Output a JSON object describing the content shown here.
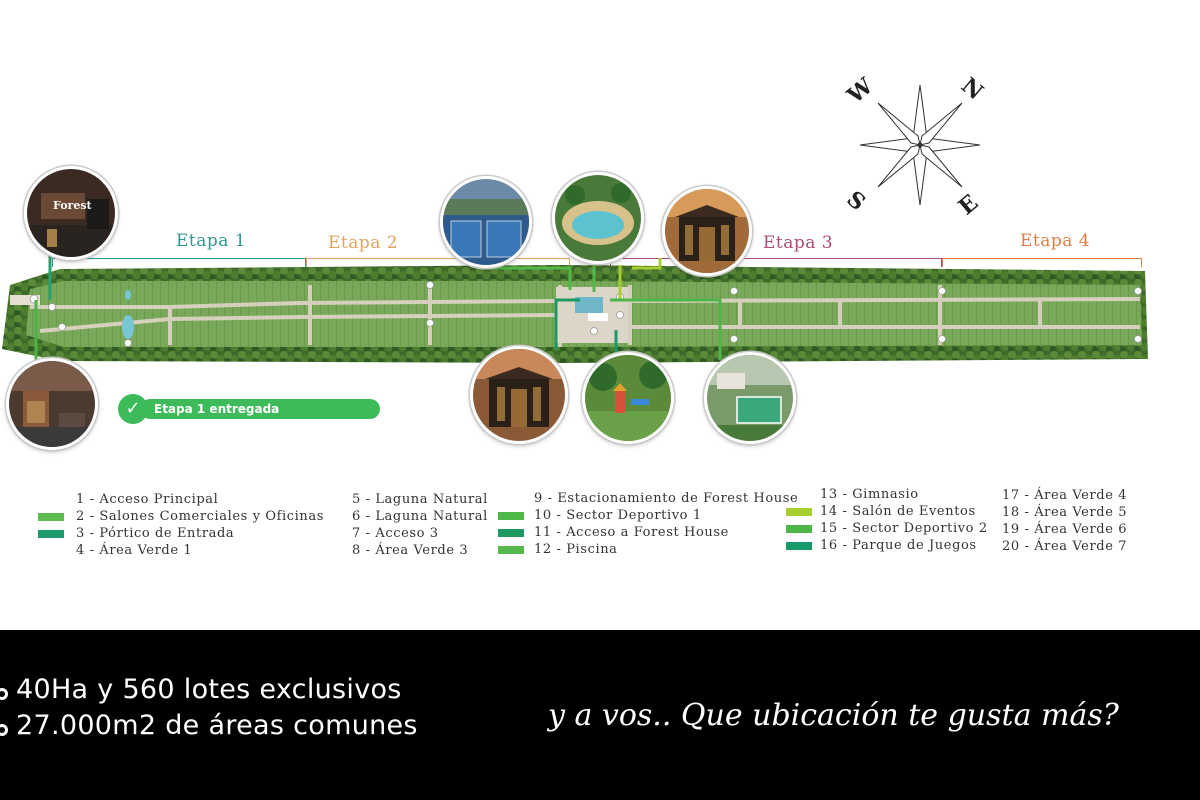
{
  "compass": {
    "north": "N",
    "south": "S",
    "east": "E",
    "west": "W"
  },
  "stages": [
    {
      "label": "Etapa 1",
      "color": "#2c9a92"
    },
    {
      "label": "Etapa 2",
      "color": "#e0a45a"
    },
    {
      "label": "Etapa 3",
      "color": "#b04a78"
    },
    {
      "label": "Etapa 4",
      "color": "#e07d42"
    }
  ],
  "badge": {
    "label": "Etapa 1 entregada",
    "color": "#3dbb5a"
  },
  "photos": {
    "top_left_sign": "Forest"
  },
  "legend": [
    {
      "text": "1 - Acceso Principal"
    },
    {
      "text": "2 - Salones Comerciales y Oficinas",
      "swatch": "#5cbd4c"
    },
    {
      "text": "3 - Pórtico de Entrada",
      "swatch": "#1c9a6a"
    },
    {
      "text": "4 - Área Verde 1"
    },
    {
      "text": "5 - Laguna Natural"
    },
    {
      "text": "6 - Laguna Natural"
    },
    {
      "text": "7 - Acceso 3"
    },
    {
      "text": "8 - Área Verde 3"
    },
    {
      "text": "9 - Estacionamiento de Forest House"
    },
    {
      "text": "10 - Sector Deportivo 1",
      "swatch": "#4db848"
    },
    {
      "text": "11 - Acceso a Forest House",
      "swatch": "#1d9a62"
    },
    {
      "text": "12 - Piscina",
      "swatch": "#54b84a"
    },
    {
      "text": "13 - Gimnasio"
    },
    {
      "text": "14 - Salón de Eventos",
      "swatch": "#a6cf2e"
    },
    {
      "text": "15 - Sector Deportivo 2",
      "swatch": "#4cb64a"
    },
    {
      "text": "16 - Parque de Juegos",
      "swatch": "#169a68"
    },
    {
      "text": "17 - Área Verde 4"
    },
    {
      "text": "18 - Área Verde 5"
    },
    {
      "text": "19 - Área Verde 6"
    },
    {
      "text": "20 - Área Verde 7"
    }
  ],
  "footer": {
    "line1": "40Ha y 560 lotes exclusivos",
    "line2": "27.000m2 de áreas comunes",
    "tagline": "y a vos.. Que ubicación te gusta más?"
  }
}
